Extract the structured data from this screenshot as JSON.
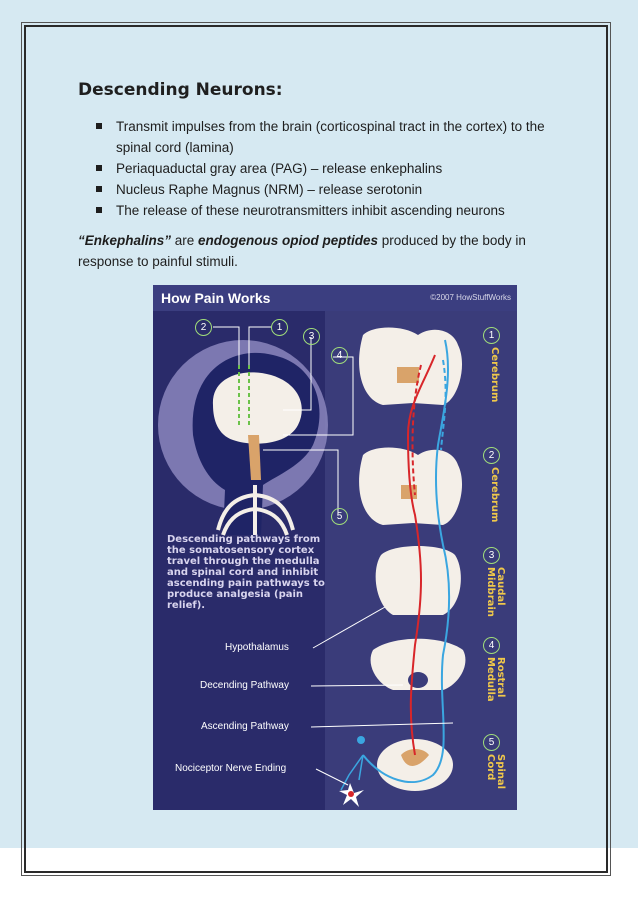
{
  "heading": "Descending Neurons:",
  "bullets": [
    "Transmit impulses from the brain (corticospinal tract in the cortex) to the spinal cord (lamina)",
    "Periaquaductal gray area (PAG) – release enkephalins",
    "Nucleus Raphe Magnus (NRM) – release serotonin",
    "The release of these neurotransmitters inhibit ascending neurons"
  ],
  "paragraph": {
    "term": "“Enkephalins”",
    "text1": " are ",
    "emph": "endogenous opiod peptides",
    "text2": " produced by the body in response to painful stimuli."
  },
  "figure": {
    "title": "How Pain Works",
    "credit": "©2007 HowStuffWorks",
    "caption": "Descending pathways from the somatosensory cortex travel through the medulla and spinal cord and inhibit ascending pain pathways to produce analgesia (pain relief).",
    "labels": {
      "hypothalamus": "Hypothalamus",
      "descending": "Decending Pathway",
      "ascending": "Ascending Pathway",
      "nociceptor": "Nociceptor Nerve Ending"
    },
    "numbers": [
      "1",
      "2",
      "3",
      "4",
      "5"
    ],
    "side_labels": [
      "Cerebrum",
      "Cerebrum",
      "Caudal Midbrain",
      "Rostral Medulla",
      "Spinal Cord"
    ],
    "colors": {
      "background": "#2a2b6a",
      "panel": "#3a3c7a",
      "descending": "#d8262a",
      "ascending": "#3aa6e0",
      "brain": "#f4efe8",
      "label_accent": "#f0c84a",
      "number_ring": "#9fdc7a"
    }
  }
}
